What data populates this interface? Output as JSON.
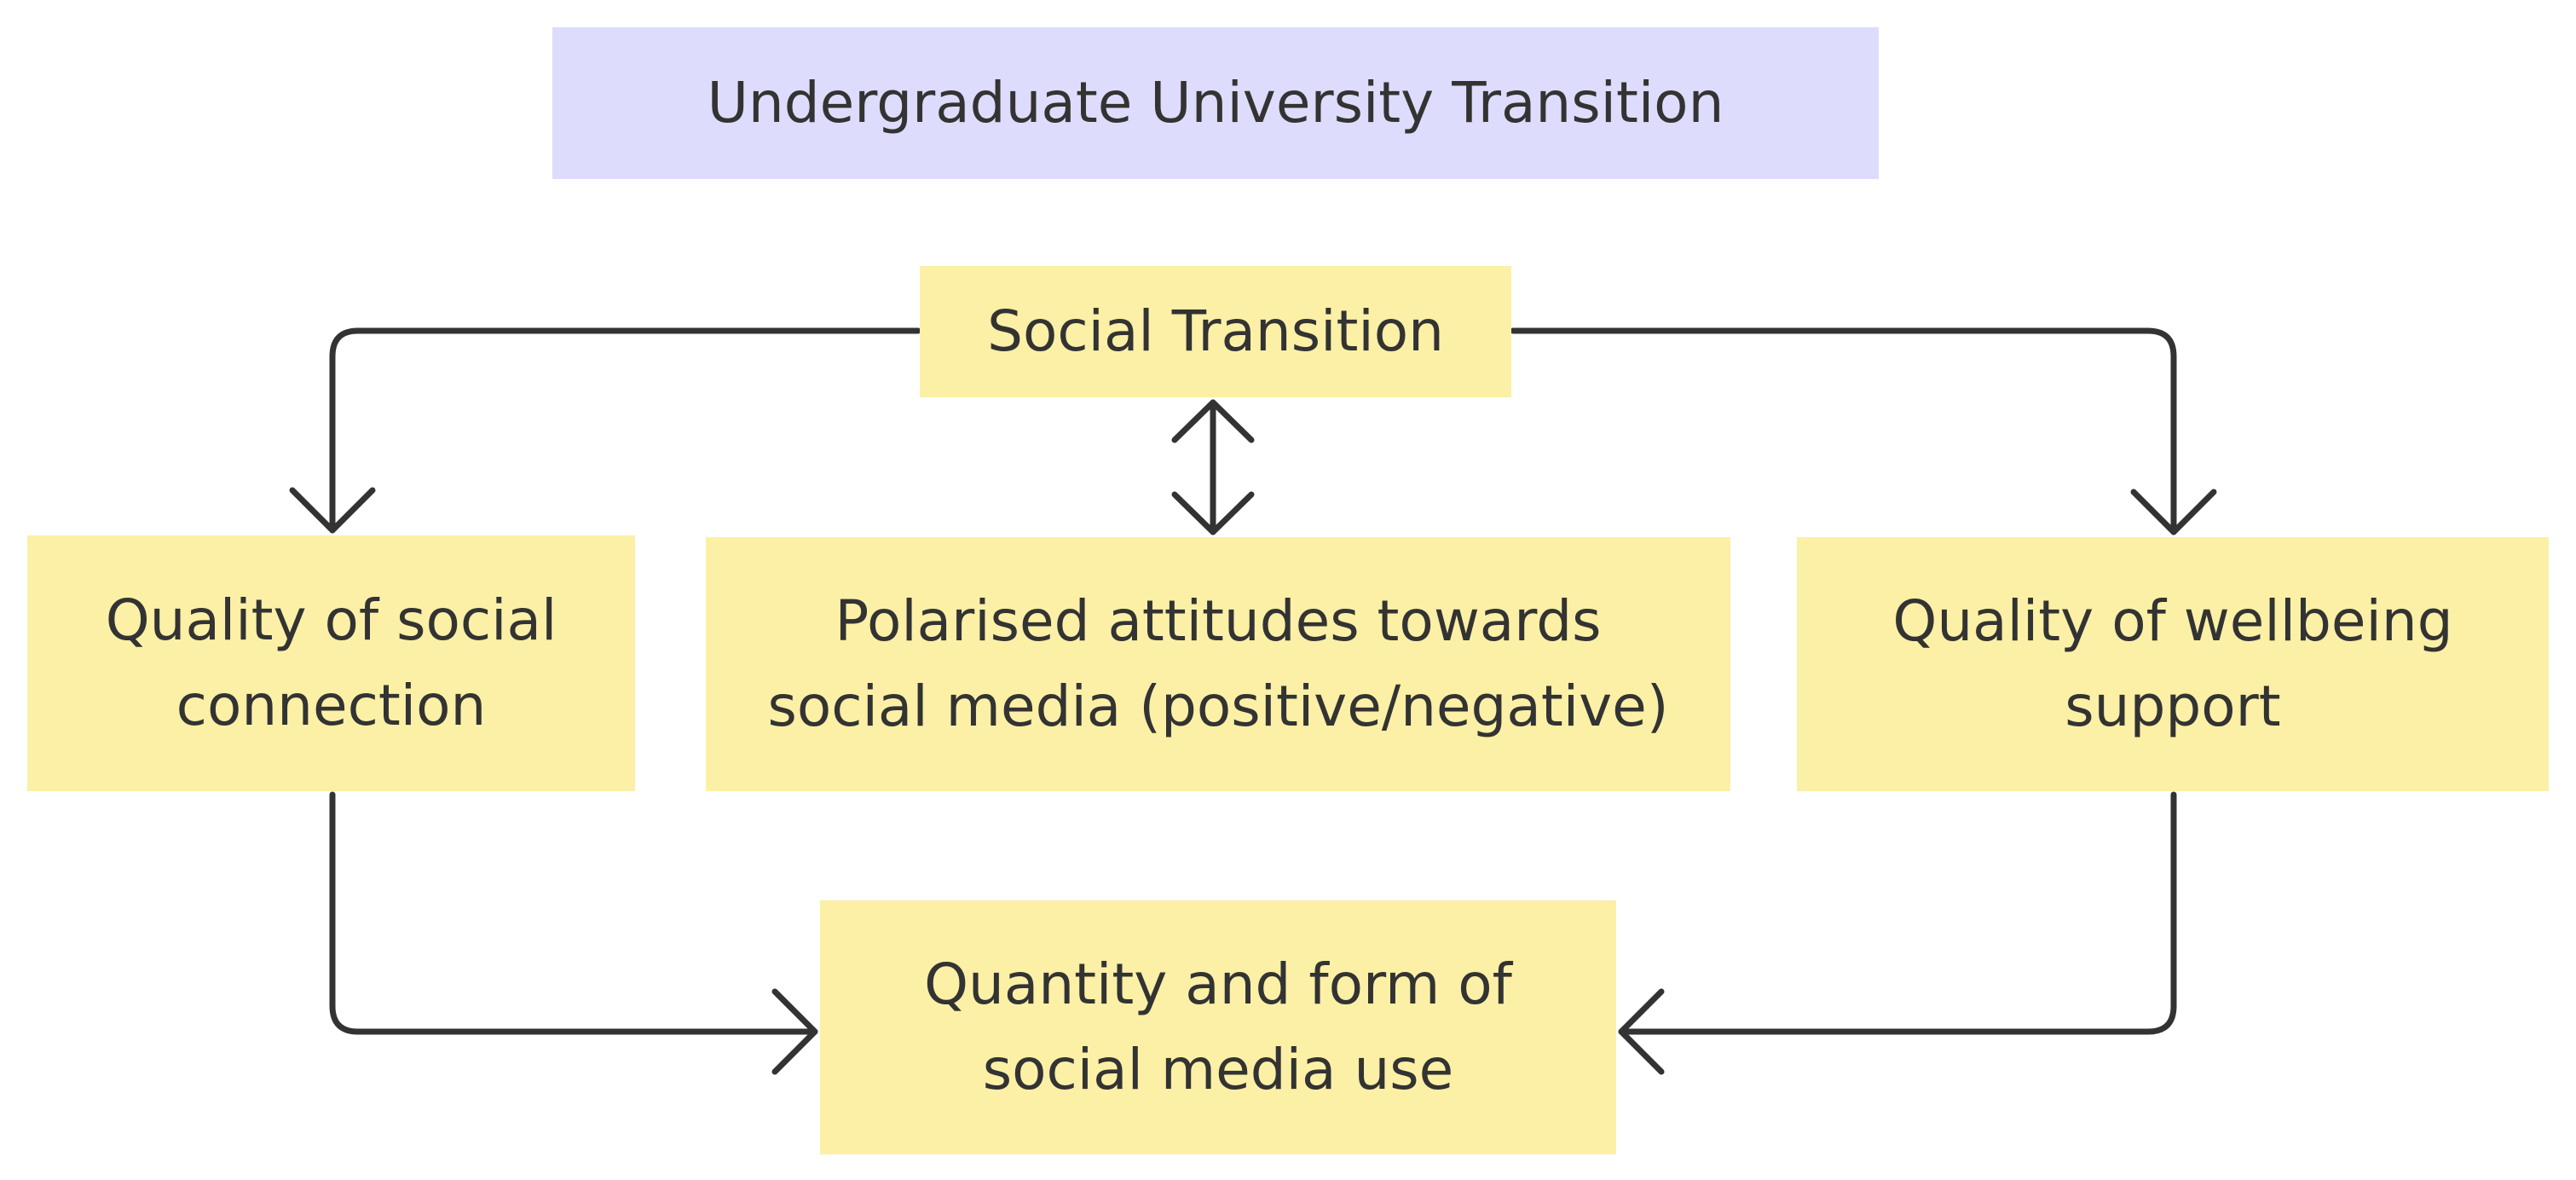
{
  "diagram": {
    "title": "Undergraduate University Transition",
    "nodes": {
      "social_transition": "Social Transition",
      "social_connection": {
        "line1": "Quality of social",
        "line2": "connection"
      },
      "attitudes": {
        "line1": "Polarised attitudes towards",
        "line2": "social media (positive/negative)"
      },
      "wellbeing": {
        "line1": "Quality of wellbeing",
        "line2": "support"
      },
      "media_use": {
        "line1": "Quantity and form of",
        "line2": "social media use"
      }
    },
    "edges": [
      {
        "from": "Social Transition",
        "to": "Quality of social connection",
        "type": "one-way"
      },
      {
        "from": "Social Transition",
        "to": "Quality of wellbeing support",
        "type": "one-way"
      },
      {
        "from": "Social Transition",
        "to": "Polarised attitudes towards social media (positive/negative)",
        "type": "two-way"
      },
      {
        "from": "Quality of social connection",
        "to": "Quantity and form of social media use",
        "type": "one-way"
      },
      {
        "from": "Quality of wellbeing support",
        "to": "Quantity and form of social media use",
        "type": "one-way"
      }
    ],
    "colors": {
      "title_fill": "#dedcfd",
      "node_fill": "#fbf0a6",
      "line": "#333333"
    }
  }
}
